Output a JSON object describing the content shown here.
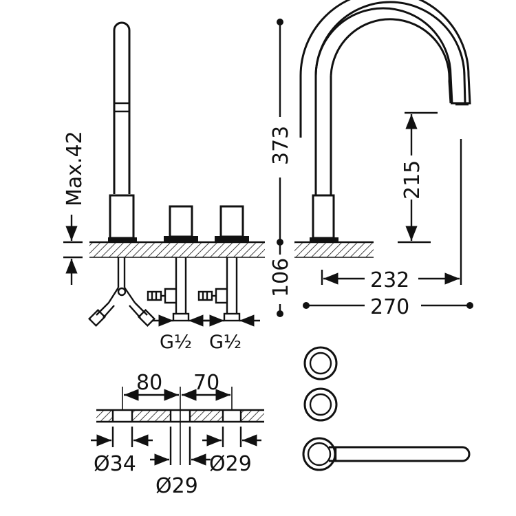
{
  "dimensions": {
    "height_total": "373",
    "height_under": "106",
    "spout_height": "215",
    "spout_reach": "232",
    "overall_width": "270",
    "max_thickness": "Max.42",
    "spacing_left": "80",
    "spacing_right": "70",
    "hole_left": "Ø34",
    "hole_center": "Ø29",
    "hole_right": "Ø29",
    "thread_left": "G½",
    "thread_right": "G½"
  },
  "colors": {
    "line": "#111111",
    "background": "#ffffff"
  }
}
